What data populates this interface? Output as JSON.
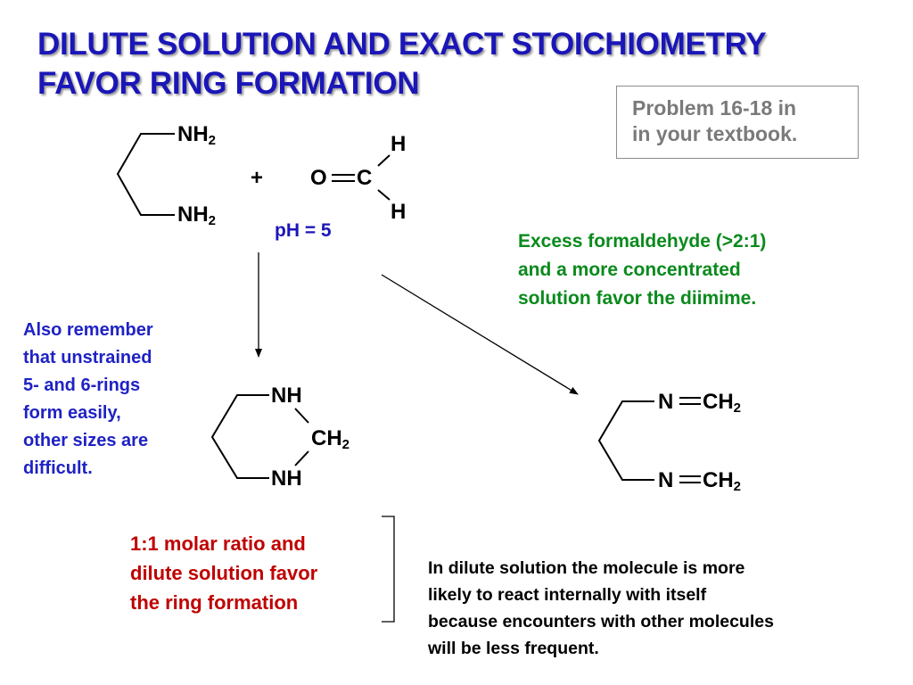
{
  "title": {
    "line1": "DILUTE SOLUTION AND EXACT STOICHIOMETRY",
    "line2": "FAVOR RING FORMATION"
  },
  "problem_note": {
    "line1": "Problem 16-18 in",
    "line2": "in your textbook."
  },
  "reactants": {
    "diamine_top": "NH",
    "diamine_bottom": "NH",
    "subscript": "2",
    "plus": "+",
    "oxygen": "O",
    "carbon": "C",
    "h_top": "H",
    "h_bottom": "H"
  },
  "condition": "pH = 5",
  "ring_product": {
    "nh_top": "NH",
    "ch2": "CH",
    "nh_bottom": "NH",
    "subscript": "2"
  },
  "diimine_product": {
    "n_top": "N",
    "ch_top": "CH",
    "n_bottom": "N",
    "ch_bottom": "CH",
    "subscript": "2"
  },
  "green_note": [
    "Excess formaldehyde (>2:1)",
    "and a more concentrated",
    "solution favor the diimime."
  ],
  "blue_note": [
    "Also remember",
    "that unstrained",
    "5- and 6-rings",
    "form easily,",
    "other sizes are",
    "difficult."
  ],
  "red_note": [
    "1:1 molar ratio and",
    "dilute solution favor",
    "the ring formation"
  ],
  "black_note": [
    "In dilute solution the molecule is more",
    "likely to react internally with itself",
    "because encounters with other molecules",
    "will be less frequent."
  ],
  "colors": {
    "title": "#1a16b8",
    "green_note": "#0a8a1c",
    "blue_note": "#1f22c4",
    "red_note": "#c00000",
    "note_box_text": "#7a7a7a"
  }
}
